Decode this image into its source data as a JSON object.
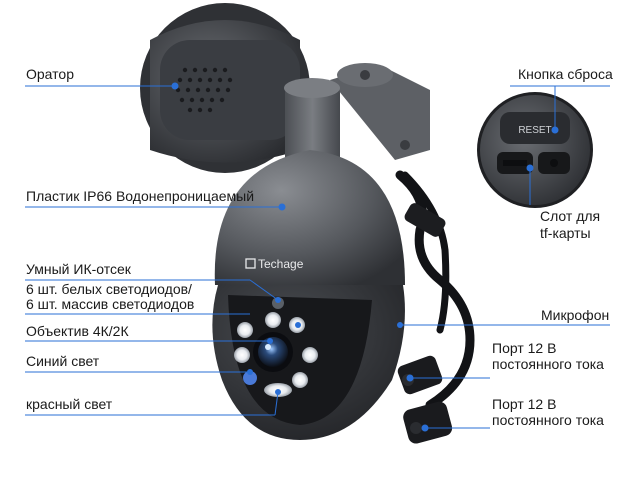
{
  "brand": "Techage",
  "labels": {
    "speaker": "Оратор",
    "plastic": "Пластик IP66 Водонепроницаемый",
    "ir_cut": "Умный ИК-отсек",
    "leds_line1": "6 шт. белых светодиодов/",
    "leds_line2": "6 шт. массив светодиодов",
    "lens": "Объектив 4К/2К",
    "blue_light": "Синий свет",
    "red_light": "красный свет",
    "reset_button": "Кнопка сброса",
    "tf_slot_line1": "Слот для",
    "tf_slot_line2": "tf-карты",
    "microphone": "Микрофон",
    "dc_port1_line1": "Порт 12 В",
    "dc_port1_line2": "постоянного тока",
    "dc_port2_line1": "Порт 12 В",
    "dc_port2_line2": "постоянного тока"
  },
  "inset_text": {
    "reset": "RESET"
  },
  "colors": {
    "accent": "#2a6fd6",
    "camera_body": "#5a5d62",
    "camera_dark": "#2b2d31"
  }
}
